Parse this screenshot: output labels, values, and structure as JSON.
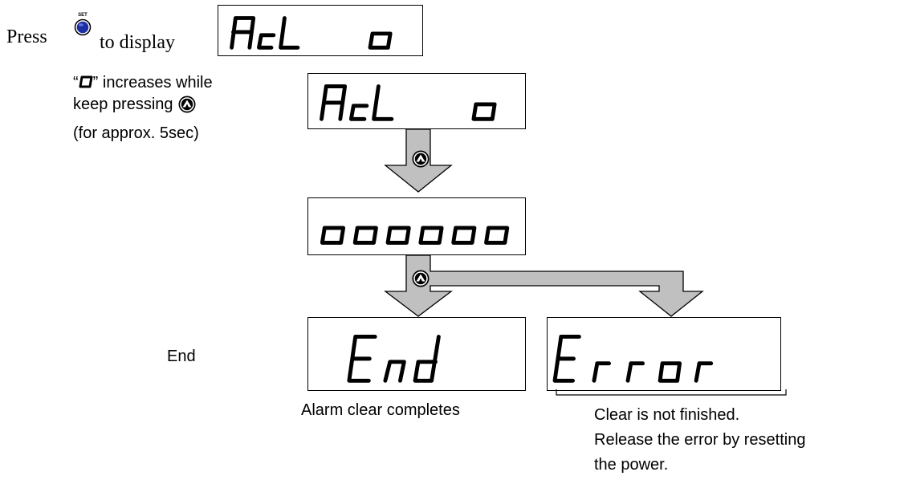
{
  "header": {
    "press": "Press",
    "to_display": "to display",
    "set_label": "SET"
  },
  "note": {
    "quote_open": "“",
    "increases": "” increases while",
    "keep_pressing": "keep pressing",
    "duration": "(for approx. 5sec)"
  },
  "displays": {
    "acl_header": "AcL  o",
    "acl_step": "AcL  o",
    "zeros": "000000",
    "end": "End",
    "error": "Error"
  },
  "labels": {
    "end": "End",
    "alarm_clear": "Alarm clear completes",
    "clear_note": [
      "Clear is not finished.",
      "Release the error by resetting",
      "the power."
    ]
  },
  "colors": {
    "set_button": "#1a2fa3",
    "arrow_fill": "#c0c0c0",
    "up_button": "#000000"
  },
  "icons": {
    "set": "set-button-icon",
    "up": "up-button-icon"
  }
}
